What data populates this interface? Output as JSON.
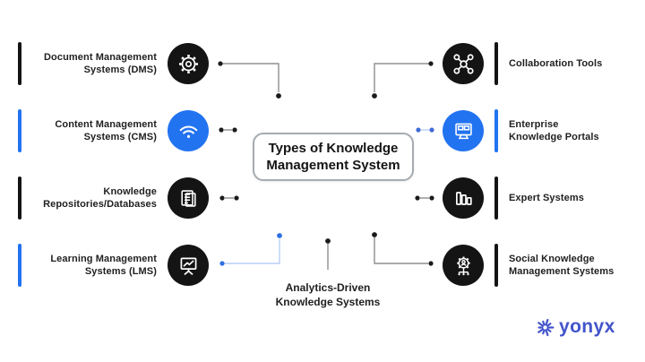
{
  "title": {
    "line1": "Types of Knowledge",
    "line2": "Management System"
  },
  "left_nodes": [
    {
      "line1": "Document Management",
      "line2": "Systems (DMS)",
      "icon": "gear-icon",
      "circle_color": "#141414",
      "bar_color": "#141414"
    },
    {
      "line1": "Content Management",
      "line2": "Systems (CMS)",
      "icon": "wifi-icon",
      "circle_color": "#2273f0",
      "bar_color": "#2273f0"
    },
    {
      "line1": "Knowledge",
      "line2": "Repositories/Databases",
      "icon": "documents-icon",
      "circle_color": "#141414",
      "bar_color": "#141414"
    },
    {
      "line1": "Learning Management",
      "line2": "Systems (LMS)",
      "icon": "presentation-board-icon",
      "circle_color": "#141414",
      "bar_color": "#2273f0"
    }
  ],
  "right_nodes": [
    {
      "line1": "Collaboration Tools",
      "line2": "",
      "icon": "people-network-icon",
      "circle_color": "#141414",
      "bar_color": "#141414"
    },
    {
      "line1": "Enterprise",
      "line2": "Knowledge Portals",
      "icon": "portal-monitor-icon",
      "circle_color": "#2273f0",
      "bar_color": "#2273f0"
    },
    {
      "line1": "Expert Systems",
      "line2": "",
      "icon": "bar-chart-icon",
      "circle_color": "#141414",
      "bar_color": "#141414"
    },
    {
      "line1": "Social Knowledge",
      "line2": "Management Systems",
      "icon": "social-gear-icon",
      "circle_color": "#141414",
      "bar_color": "#141414"
    }
  ],
  "bottom_node": {
    "line1": "Analytics-Driven",
    "line2": "Knowledge Systems"
  },
  "logo": {
    "text": "yonyx",
    "color": "#4254cb"
  },
  "colors": {
    "accent_blue": "#2273f0",
    "node_black": "#141414",
    "connector_gray": "#8f8f8f",
    "dot_black": "#1b1b1b",
    "connector_blue_line": "#b9cff5",
    "connector_blue_dot": "#2f6fe0",
    "enterprise_link_blue": "#3f6ad8",
    "box_border": "#a6abb1",
    "text_color": "#1f1f1f"
  }
}
